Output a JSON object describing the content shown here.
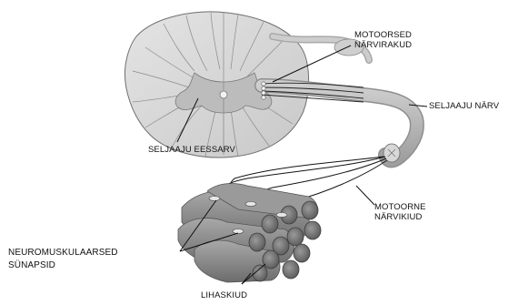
{
  "labels": {
    "motor_fibers_line1": "MOTOORSED",
    "motor_fibers_line2": "NÄRVIRAKUD",
    "spinal_nerve": "SELJAAJU NÄRV",
    "anterior_horn": "SELJAAJU EESSARV",
    "motor_nerve_fiber_line1": "MOTOORNE",
    "motor_nerve_fiber_line2": "NÄRVIKIUD",
    "nmj_line1": "NEUROMUSKULAARSED",
    "nmj_line2": "SÜNAPSID",
    "muscle_fibers": "LIHASKIUD"
  },
  "colors": {
    "white_matter": "#d4d4d4",
    "gray_matter": "#b9b9b9",
    "outline": "#6e6e6e",
    "nerve": "#b2b2b2",
    "muscle": "#8c8c8c",
    "muscle_end": "#6a6a6a",
    "line": "#111111"
  }
}
